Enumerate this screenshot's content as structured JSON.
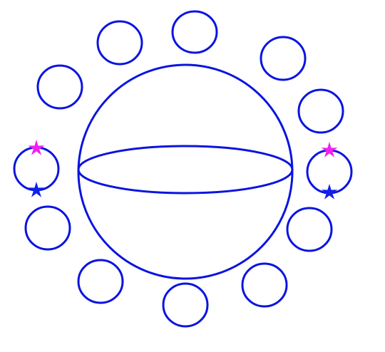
{
  "colors": {
    "background": "#ffffff",
    "stroke": "#0a14e0",
    "star_magenta": "#f020f0",
    "star_blue": "#1020e8"
  },
  "diagram": {
    "sphere": {
      "shape": "circle",
      "equator": "ellipse"
    },
    "surrounding_circle_count": 12,
    "markers": [
      {
        "icon": "star-icon",
        "color": "magenta",
        "circle": "left"
      },
      {
        "icon": "star-icon",
        "color": "blue",
        "circle": "left"
      },
      {
        "icon": "star-icon",
        "color": "magenta",
        "circle": "right"
      },
      {
        "icon": "star-icon",
        "color": "blue",
        "circle": "right"
      }
    ]
  }
}
